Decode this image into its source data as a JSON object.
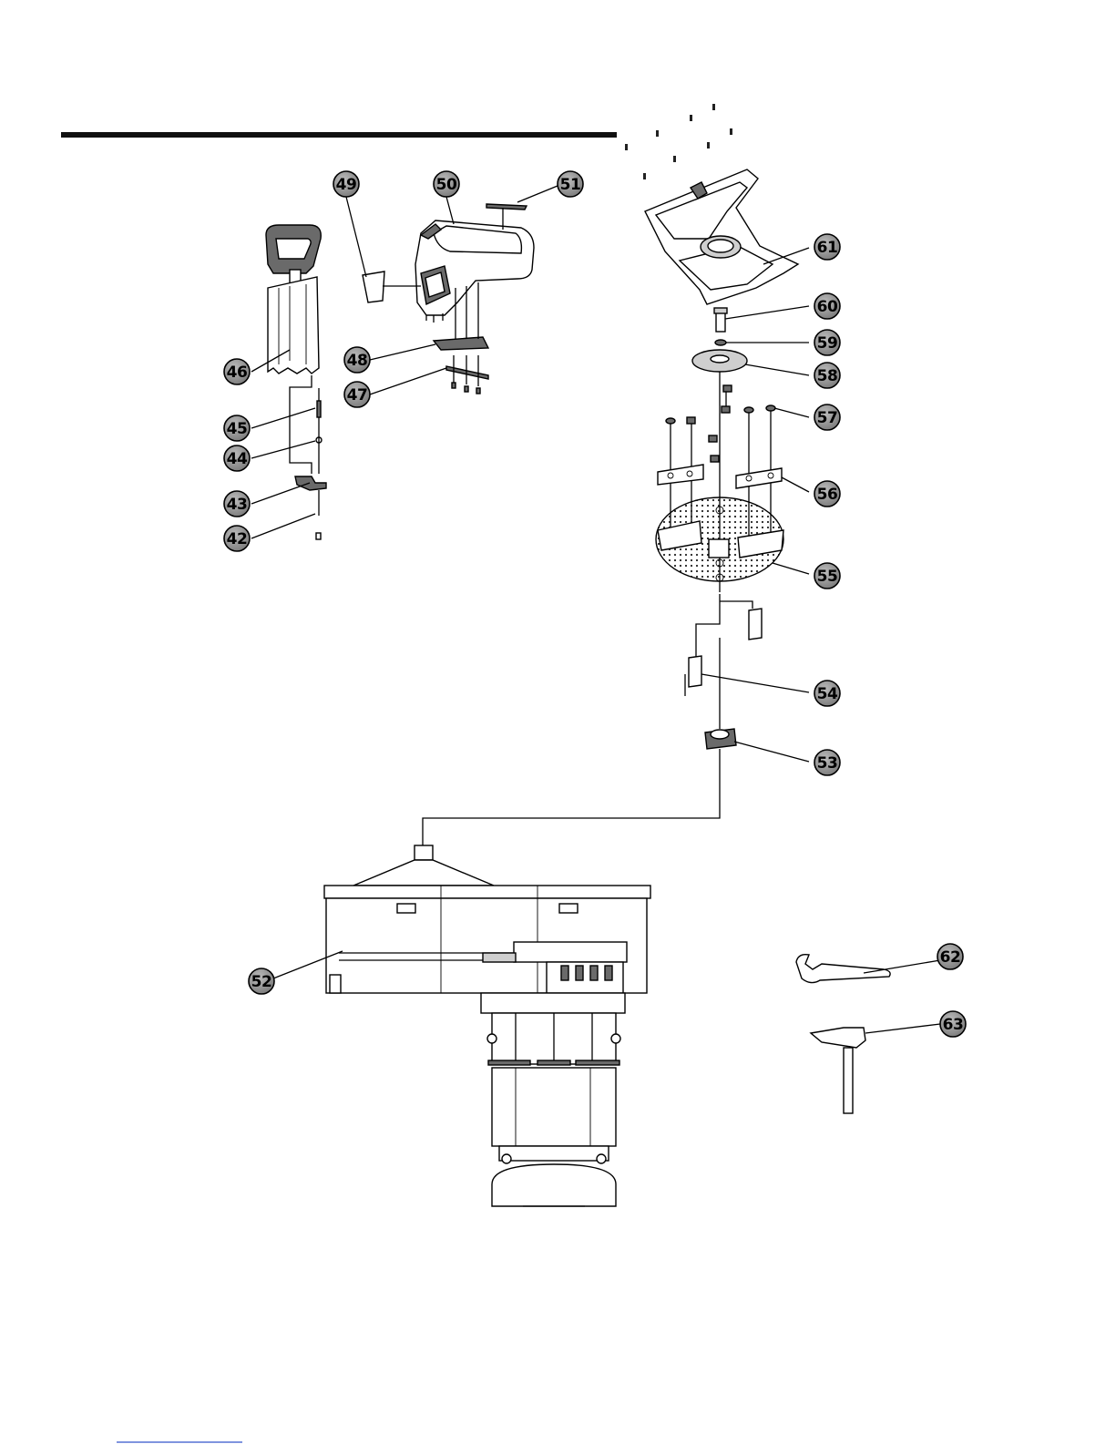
{
  "page": {
    "rule_color": "#111111",
    "footer_rule_color": "#3355cc"
  },
  "callouts": [
    {
      "id": "c42",
      "label": "42"
    },
    {
      "id": "c43",
      "label": "43"
    },
    {
      "id": "c44",
      "label": "44"
    },
    {
      "id": "c45",
      "label": "45"
    },
    {
      "id": "c46",
      "label": "46"
    },
    {
      "id": "c47",
      "label": "47"
    },
    {
      "id": "c48",
      "label": "48"
    },
    {
      "id": "c49",
      "label": "49"
    },
    {
      "id": "c50",
      "label": "50"
    },
    {
      "id": "c51",
      "label": "51"
    },
    {
      "id": "c52",
      "label": "52"
    },
    {
      "id": "c53",
      "label": "53"
    },
    {
      "id": "c54",
      "label": "54"
    },
    {
      "id": "c55",
      "label": "55"
    },
    {
      "id": "c56",
      "label": "56"
    },
    {
      "id": "c57",
      "label": "57"
    },
    {
      "id": "c58",
      "label": "58"
    },
    {
      "id": "c59",
      "label": "59"
    },
    {
      "id": "c60",
      "label": "60"
    },
    {
      "id": "c61",
      "label": "61"
    },
    {
      "id": "c62",
      "label": "62"
    },
    {
      "id": "c63",
      "label": "63"
    }
  ]
}
